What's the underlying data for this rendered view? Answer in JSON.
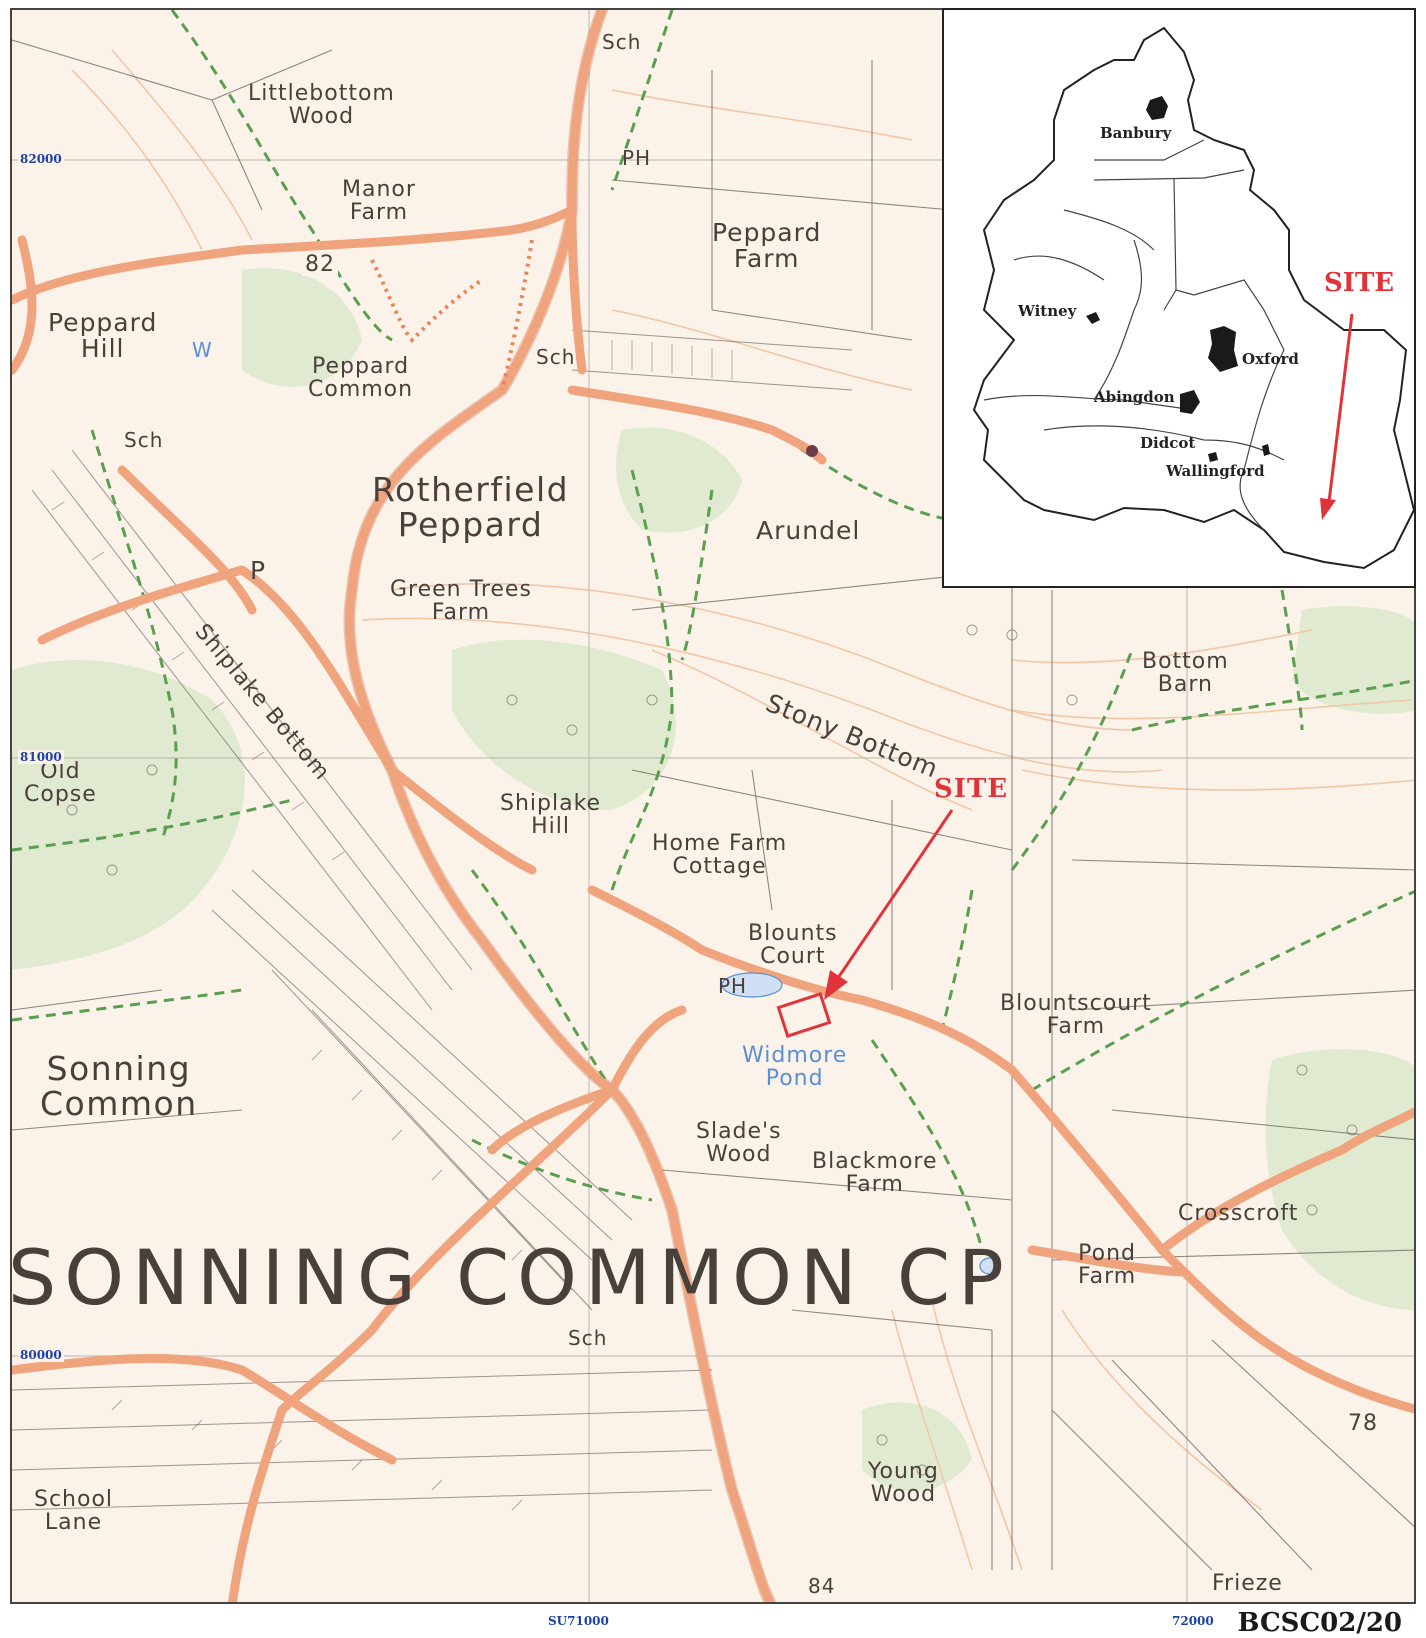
{
  "map": {
    "reference": "BCSC02/20",
    "grid_labels": {
      "northings": [
        "82000",
        "81000",
        "80000"
      ],
      "eastings": [
        "SU71000",
        "72000"
      ]
    },
    "place_labels": {
      "sch_top": "Sch",
      "littlebottom_wood": "Littlebottom\nWood",
      "ph_top": "PH",
      "manor_farm": "Manor\nFarm",
      "peppard_farm": "Peppard\nFarm",
      "road_82": "82",
      "peppard_hill": "Peppard\nHill",
      "w_mark": "W",
      "peppard_common": "Peppard\nCommon",
      "sch_mid": "Sch",
      "sch_left": "Sch",
      "rotherfield_peppard": "Rotherfield\nPeppard",
      "arundel": "Arundel",
      "p_mark": "P",
      "green_trees_farm": "Green Trees\nFarm",
      "stony_bottom": "Stony Bottom",
      "bottom_barn": "Bottom\nBarn",
      "old_copse": "Old\nCopse",
      "shiplake_hill": "Shiplake\nHill",
      "shiplake_bottom": "Shiplake Bottom",
      "home_farm_cottage": "Home Farm\nCottage",
      "blounts_court": "Blounts\nCourt",
      "ph_mid": "PH",
      "blountscourt_farm": "Blountscourt\nFarm",
      "widmore_pond": "Widmore\nPond",
      "sonning_common": "Sonning\nCommon",
      "slades_wood": "Slade's\nWood",
      "blackmore_farm": "Blackmore\nFarm",
      "crosscroft": "Crosscroft",
      "pond_farm": "Pond\nFarm",
      "sonning_common_cp": "SONNING COMMON CP",
      "sch_bottom": "Sch",
      "school_lane": "School\nLane",
      "young_wood": "Young\nWood",
      "spot_78": "78",
      "spot_84": "84",
      "frieze": "Frieze",
      "site_main": "SITE"
    },
    "colors": {
      "road": "#f0a47e",
      "road_dark": "#e8855c",
      "footpath": "#5a9e4f",
      "woodland": "#d9e7c9",
      "contour": "#f2c6a6",
      "site": "#e0343a",
      "water": "#5a8fd6"
    }
  },
  "inset": {
    "site_label": "SITE",
    "towns": [
      "Banbury",
      "Witney",
      "Oxford",
      "Abingdon",
      "Didcot",
      "Wallingford"
    ]
  }
}
